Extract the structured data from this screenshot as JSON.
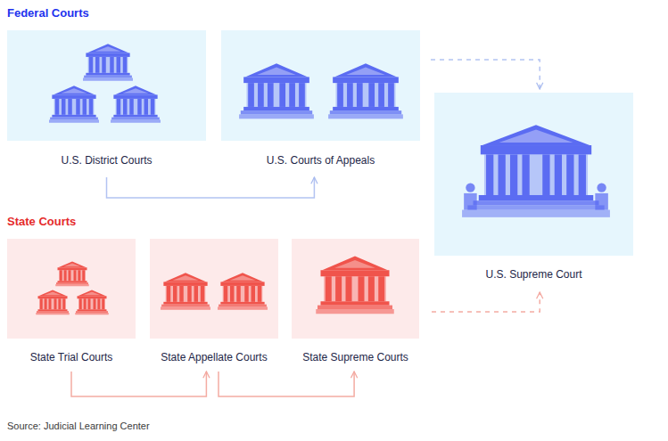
{
  "diagram": {
    "caption": "Source: Judicial Learning Center",
    "nodes": [
      {
        "text": [
          "U.S. District Courts"
        ]
      },
      {
        "text": [
          "U.S. Courts of Appeals"
        ]
      },
      {
        "text": [
          "U.S. Supreme Court"
        ]
      },
      {
        "text": [
          "State Trial Courts"
        ]
      },
      {
        "text": [
          "State Appellate Courts"
        ]
      },
      {
        "text": [
          "State Supreme Courts"
        ]
      }
    ],
    "edges": [
      {
        "from": 0,
        "to": 1,
        "arrow": "to"
      },
      {
        "from": 1,
        "to": 2,
        "arrow": "to"
      },
      {
        "from": 3,
        "to": 4,
        "arrow": "to"
      },
      {
        "from": 4,
        "to": 5,
        "arrow": "to"
      },
      {
        "from": 5,
        "to": 2,
        "arrow": "to"
      }
    ],
    "labels": [
      "Federal Courts",
      "State Courts"
    ]
  }
}
